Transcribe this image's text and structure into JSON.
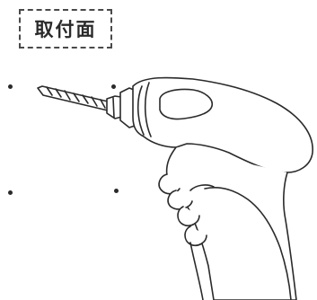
{
  "label": {
    "text": "取付面"
  },
  "illustration": {
    "subject": "hand-holding-electric-drill",
    "icon": "drill-icon",
    "line_color": "#2a2a2a"
  },
  "marker_dots": {
    "count": 4
  }
}
